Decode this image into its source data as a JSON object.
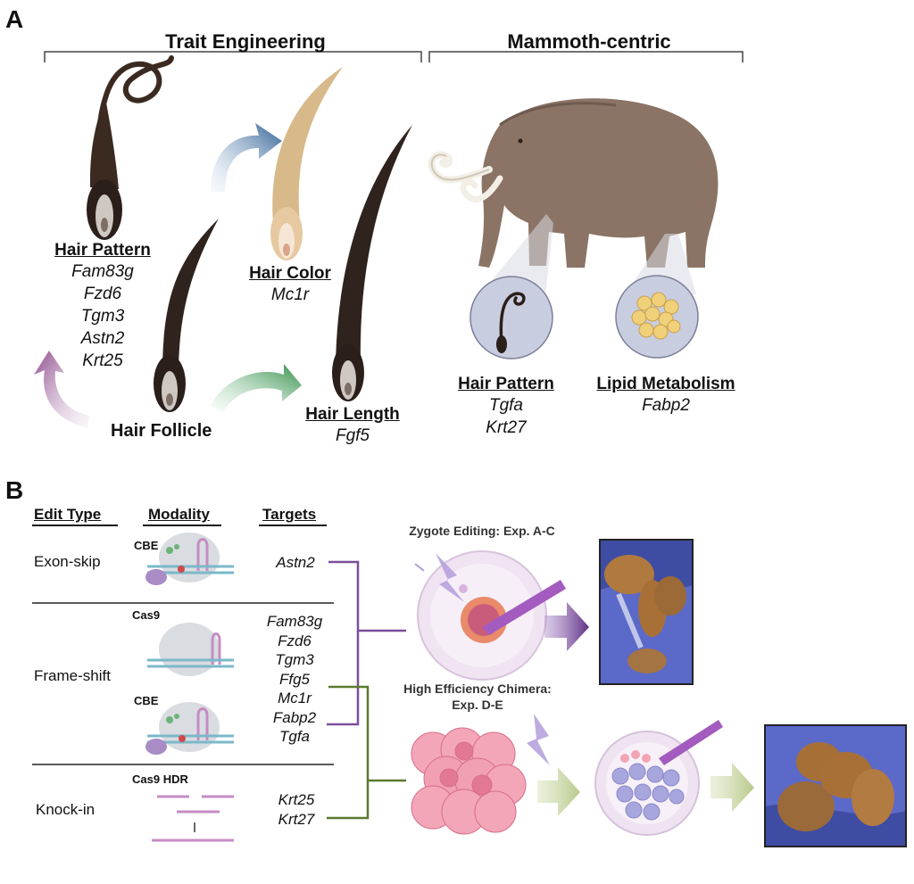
{
  "panel_a": {
    "letter": "A",
    "headers": {
      "trait_engineering": "Trait Engineering",
      "mammoth_centric": "Mammoth-centric"
    },
    "hair_pattern": {
      "title": "Hair Pattern",
      "genes": [
        "Fam83g",
        "Fzd6",
        "Tgm3",
        "Astn2",
        "Krt25"
      ]
    },
    "hair_color": {
      "title": "Hair Color",
      "genes": [
        "Mc1r"
      ]
    },
    "hair_length": {
      "title": "Hair Length",
      "genes": [
        "Fgf5"
      ]
    },
    "hair_follicle": {
      "label": "Hair Follicle"
    },
    "mammoth_hair_pattern": {
      "title": "Hair Pattern",
      "genes": [
        "Tgfa",
        "Krt27"
      ]
    },
    "lipid_metabolism": {
      "title": "Lipid Metabolism",
      "genes": [
        "Fabp2"
      ]
    }
  },
  "panel_b": {
    "letter": "B",
    "columns": {
      "edit_type": "Edit Type",
      "modality": "Modality",
      "targets": "Targets"
    },
    "rows": [
      {
        "edit_type": "Exon-skip",
        "tools": [
          "CBE"
        ],
        "targets": [
          "Astn2"
        ]
      },
      {
        "edit_type": "Frame-shift",
        "tools": [
          "Cas9",
          "CBE"
        ],
        "targets": [
          "Fam83g",
          "Fzd6",
          "Tgm3",
          "Ffg5",
          "Mc1r",
          "Fabp2",
          "Tgfa"
        ]
      },
      {
        "edit_type": "Knock-in",
        "tools": [
          "Cas9 HDR"
        ],
        "targets": [
          "Krt25",
          "Krt27"
        ]
      }
    ],
    "experiments": {
      "zygote": "Zygote Editing: Exp. A-C",
      "chimera_line1": "High Efficiency Chimera:",
      "chimera_line2": "Exp. D-E"
    }
  },
  "colors": {
    "purple_line": "#7b4f9a",
    "green_line": "#5a7a2e",
    "arrow_blue": "#2f5f93",
    "arrow_green": "#2e8b45",
    "arrow_purple": "#8a4a8a",
    "mammoth": "#8b7465"
  }
}
